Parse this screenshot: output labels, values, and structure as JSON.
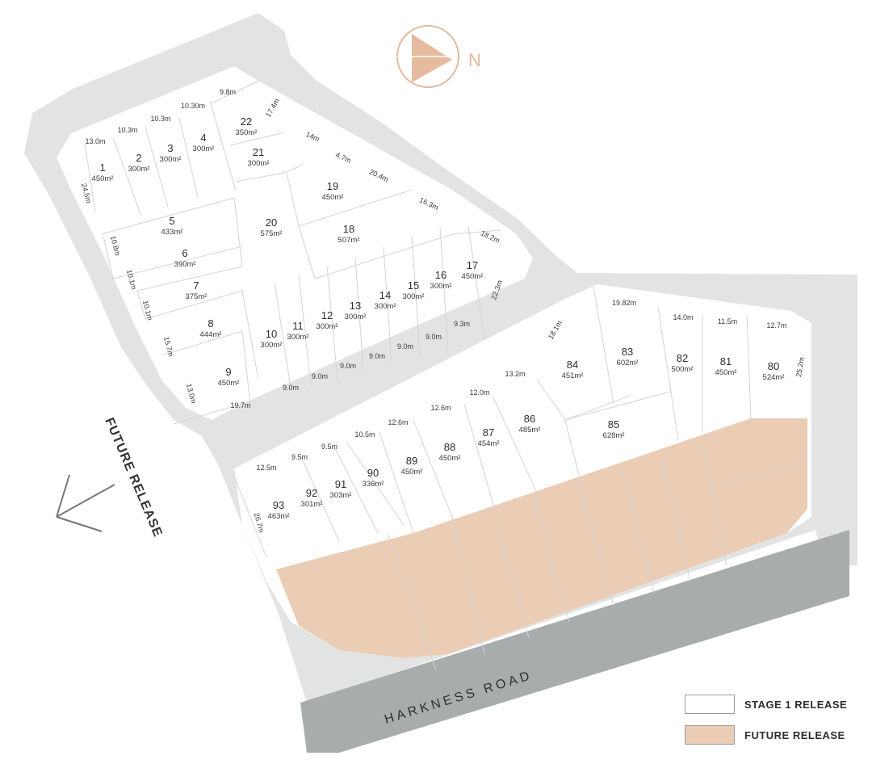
{
  "compass": {
    "label": "N",
    "icon": "north-arrow-icon"
  },
  "roads": {
    "main": "HARKNESS ROAD"
  },
  "future_release_arrow": {
    "label": "FUTURE RELEASE",
    "icon": "arrow-left-icon"
  },
  "colors": {
    "road_light": "#e2e3e3",
    "road_dark": "#a9acad",
    "future": "#ebcdb5",
    "lot": "#ffffff",
    "accent": "#e2b99d"
  },
  "legend": {
    "items": [
      {
        "label": "STAGE 1 RELEASE",
        "color": "#ffffff"
      },
      {
        "label": "FUTURE RELEASE",
        "color": "#ebcdb5"
      }
    ]
  },
  "lots": [
    {
      "num": "1",
      "area": "450m²"
    },
    {
      "num": "2",
      "area": "300m²"
    },
    {
      "num": "3",
      "area": "300m²"
    },
    {
      "num": "4",
      "area": "300m²"
    },
    {
      "num": "5",
      "area": "433m²"
    },
    {
      "num": "6",
      "area": "390m²"
    },
    {
      "num": "7",
      "area": "375m²"
    },
    {
      "num": "8",
      "area": "444m²"
    },
    {
      "num": "9",
      "area": "450m²"
    },
    {
      "num": "10",
      "area": "300m²"
    },
    {
      "num": "11",
      "area": "300m²"
    },
    {
      "num": "12",
      "area": "300m²"
    },
    {
      "num": "13",
      "area": "300m²"
    },
    {
      "num": "14",
      "area": "300m²"
    },
    {
      "num": "15",
      "area": "300m²"
    },
    {
      "num": "16",
      "area": "300m²"
    },
    {
      "num": "17",
      "area": "450m²"
    },
    {
      "num": "18",
      "area": "507m²"
    },
    {
      "num": "19",
      "area": "450m²"
    },
    {
      "num": "20",
      "area": "575m²"
    },
    {
      "num": "21",
      "area": "300m²"
    },
    {
      "num": "22",
      "area": "350m²"
    },
    {
      "num": "80",
      "area": "524m²"
    },
    {
      "num": "81",
      "area": "450m²"
    },
    {
      "num": "82",
      "area": "500m²"
    },
    {
      "num": "83",
      "area": "602m²"
    },
    {
      "num": "84",
      "area": "451m²"
    },
    {
      "num": "85",
      "area": "628m²"
    },
    {
      "num": "86",
      "area": "485m²"
    },
    {
      "num": "87",
      "area": "454m²"
    },
    {
      "num": "88",
      "area": "450m²"
    },
    {
      "num": "89",
      "area": "450m²"
    },
    {
      "num": "90",
      "area": "336m²"
    },
    {
      "num": "91",
      "area": "303m²"
    },
    {
      "num": "92",
      "area": "301m²"
    },
    {
      "num": "93",
      "area": "463m²"
    }
  ],
  "dimensions": [
    "13.0m",
    "10.3m",
    "10.3m",
    "10.30m",
    "9.8m",
    "17.4m",
    "14m",
    "4.7m",
    "20.4m",
    "16.3m",
    "18.2m",
    "24.5m",
    "10.8m",
    "10.1m",
    "10.1m",
    "15.7m",
    "13.0m",
    "19.7m",
    "9.0m",
    "9.0m",
    "9.0m",
    "9.0m",
    "9.0m",
    "9.0m",
    "9.3m",
    "22.3m",
    "19.82m",
    "14.0m",
    "11.5m",
    "12.7m",
    "25.2m",
    "18.1m",
    "13.2m",
    "12.0m",
    "12.6m",
    "12.6m",
    "10.5m",
    "9.5m",
    "9.5m",
    "12.5m",
    "26.7m"
  ]
}
